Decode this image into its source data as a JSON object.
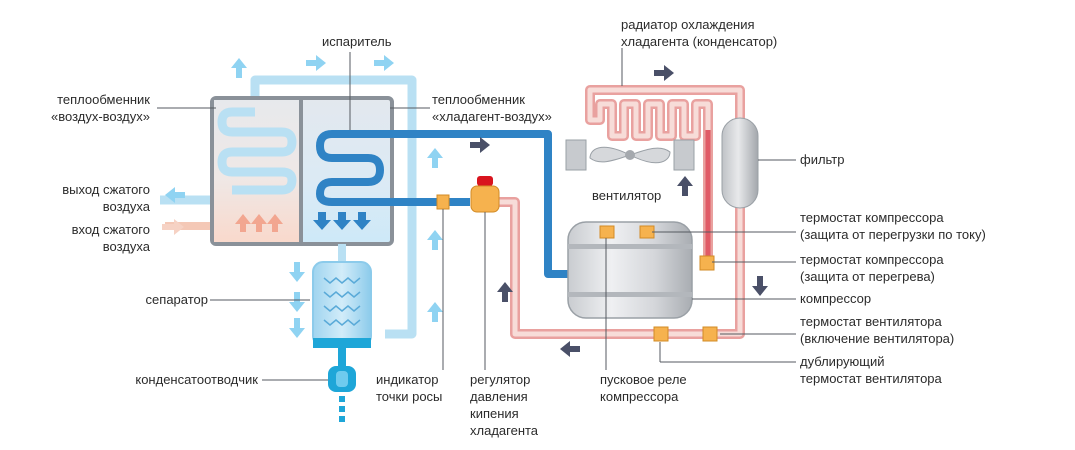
{
  "labels": {
    "evaporator": "испаритель",
    "radiator_1": "радиатор охлаждения",
    "radiator_2": "хладагента (конденсатор)",
    "hx_air_air_1": "теплообменник",
    "hx_air_air_2": "«воздух-воздух»",
    "hx_ref_air_1": "теплообменник",
    "hx_ref_air_2": "«хладагент-воздух»",
    "fan": "вентилятор",
    "filter": "фильтр",
    "out_air_1": "выход сжатого",
    "out_air_2": "воздуха",
    "in_air_1": "вход сжатого",
    "in_air_2": "воздуха",
    "thermo_comp_current_1": "термостат компрессора",
    "thermo_comp_current_2": "(защита от перегрузки по току)",
    "thermo_comp_overheat_1": "термостат компрессора",
    "thermo_comp_overheat_2": "(защита от перегрева)",
    "compressor": "компрессор",
    "separator": "сепаратор",
    "thermo_fan_1": "термостат вентилятора",
    "thermo_fan_2": "(включение вентилятора)",
    "thermo_fan_backup_1": "дублирующий",
    "thermo_fan_backup_2": "термостат вентилятора",
    "drain": "конденсатоотводчик",
    "dew_1": "индикатор",
    "dew_2": "точки росы",
    "regulator_1": "регулятор",
    "regulator_2": "давления",
    "regulator_3": "кипения",
    "regulator_4": "хладагента",
    "start_relay_1": "пусковое реле",
    "start_relay_2": "компрессора"
  },
  "colors": {
    "cold_pipe": "#2f83c5",
    "hot_pipe": "#e9a19f",
    "hot_pipe_inner": "#f7dcd8",
    "air_pipe": "#b9e0f3",
    "component_orange": "#f6b24e",
    "arrow_dark": "#4a5068",
    "arrow_light": "#8fd3f2"
  }
}
